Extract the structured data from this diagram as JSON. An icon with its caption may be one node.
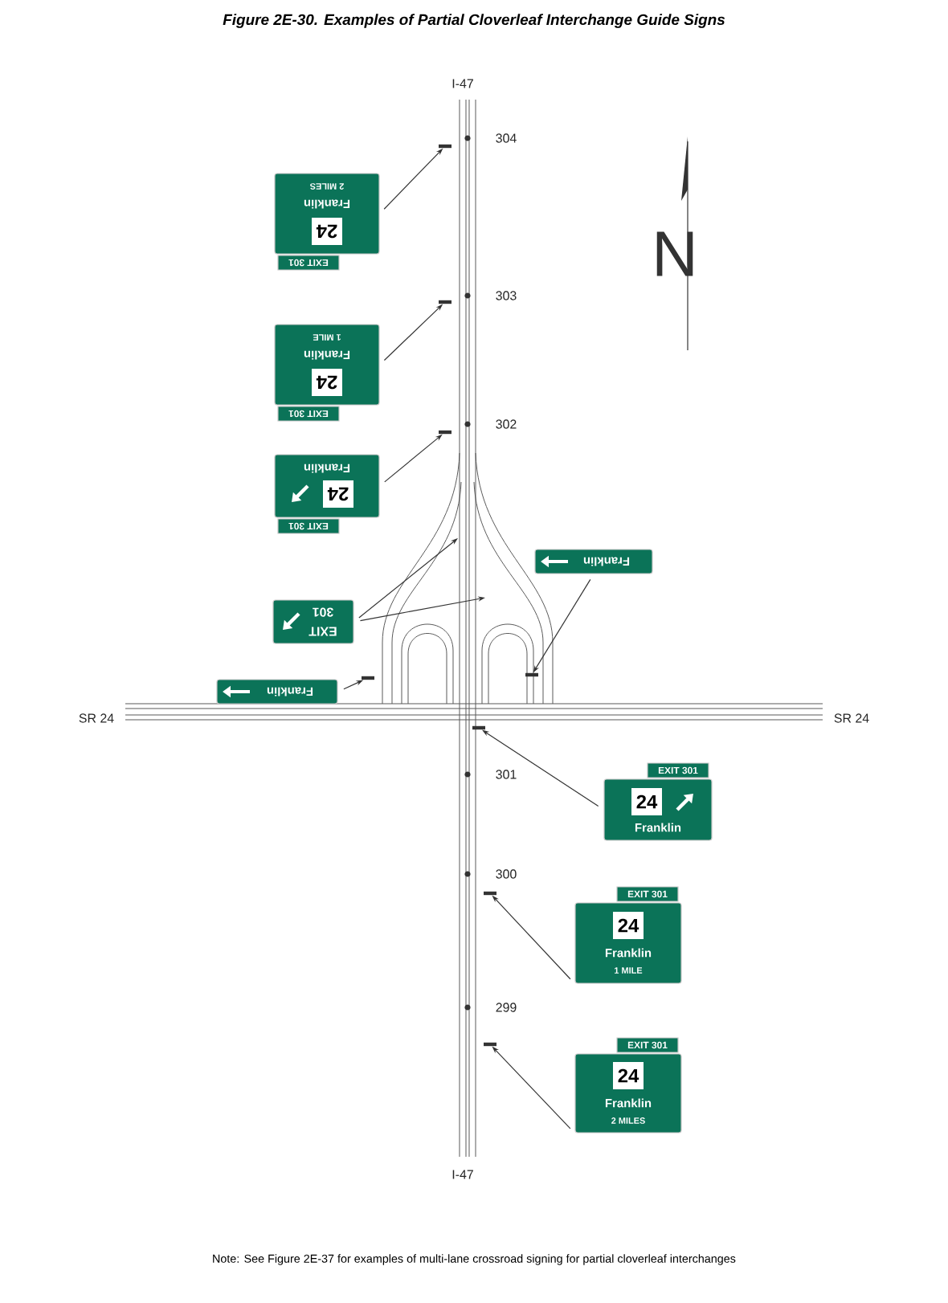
{
  "diagram": {
    "title": "Figure 2E-30.  Examples of Partial Cloverleaf Interchange Guide Signs",
    "caption": "Note: See Figure 2E-37 for examples of multi-lane crossroad signing for partial cloverleaf interchanges",
    "nodes": [
      {
        "text": [
          "EXIT 301",
          "24",
          "Franklin",
          "2 MILES"
        ]
      },
      {
        "text": [],
        "shape": "bar"
      },
      {
        "text": [
          "EXIT 301",
          "24",
          "Franklin",
          "1 MILE"
        ]
      },
      {
        "text": [],
        "shape": "bar"
      },
      {
        "text": [
          "EXIT 301",
          "24",
          "Franklin"
        ]
      },
      {
        "text": [],
        "shape": "bar"
      },
      {
        "text": [
          "Franklin"
        ]
      },
      {
        "text": [
          "EXIT 301"
        ]
      },
      {
        "text": [
          "Franklin"
        ]
      },
      {
        "text": [],
        "shape": "bar"
      },
      {
        "text": [],
        "shape": "bar"
      },
      {
        "text": [
          "EXIT 301",
          "24",
          "Franklin"
        ]
      },
      {
        "text": [],
        "shape": "bar"
      },
      {
        "text": [
          "EXIT 301",
          "24",
          "Franklin",
          "1 MILE"
        ]
      },
      {
        "text": [],
        "shape": "bar"
      },
      {
        "text": [
          "EXIT 301",
          "24",
          "Franklin",
          "2 MILES"
        ]
      },
      {
        "text": [],
        "shape": "bar"
      }
    ],
    "edges": [
      {
        "from": 0,
        "to": 1,
        "arrow": "to"
      },
      {
        "from": 2,
        "to": 3,
        "arrow": "to"
      },
      {
        "from": 4,
        "to": 5,
        "arrow": "to"
      },
      {
        "from": 6,
        "to": 10,
        "arrow": "to"
      },
      {
        "from": 7,
        "to": null,
        "arrow": "to"
      },
      {
        "from": 7,
        "to": null,
        "arrow": "to"
      },
      {
        "from": 8,
        "to": 9,
        "arrow": "to"
      },
      {
        "from": 11,
        "to": 12,
        "arrow": "to"
      },
      {
        "from": 13,
        "to": 14,
        "arrow": "to"
      },
      {
        "from": 15,
        "to": 16,
        "arrow": "to"
      }
    ],
    "labels": [
      "I-47",
      "304",
      "N",
      "303",
      "302",
      "SR 24",
      "SR 24",
      "301",
      "300",
      "299",
      "I-47"
    ]
  }
}
